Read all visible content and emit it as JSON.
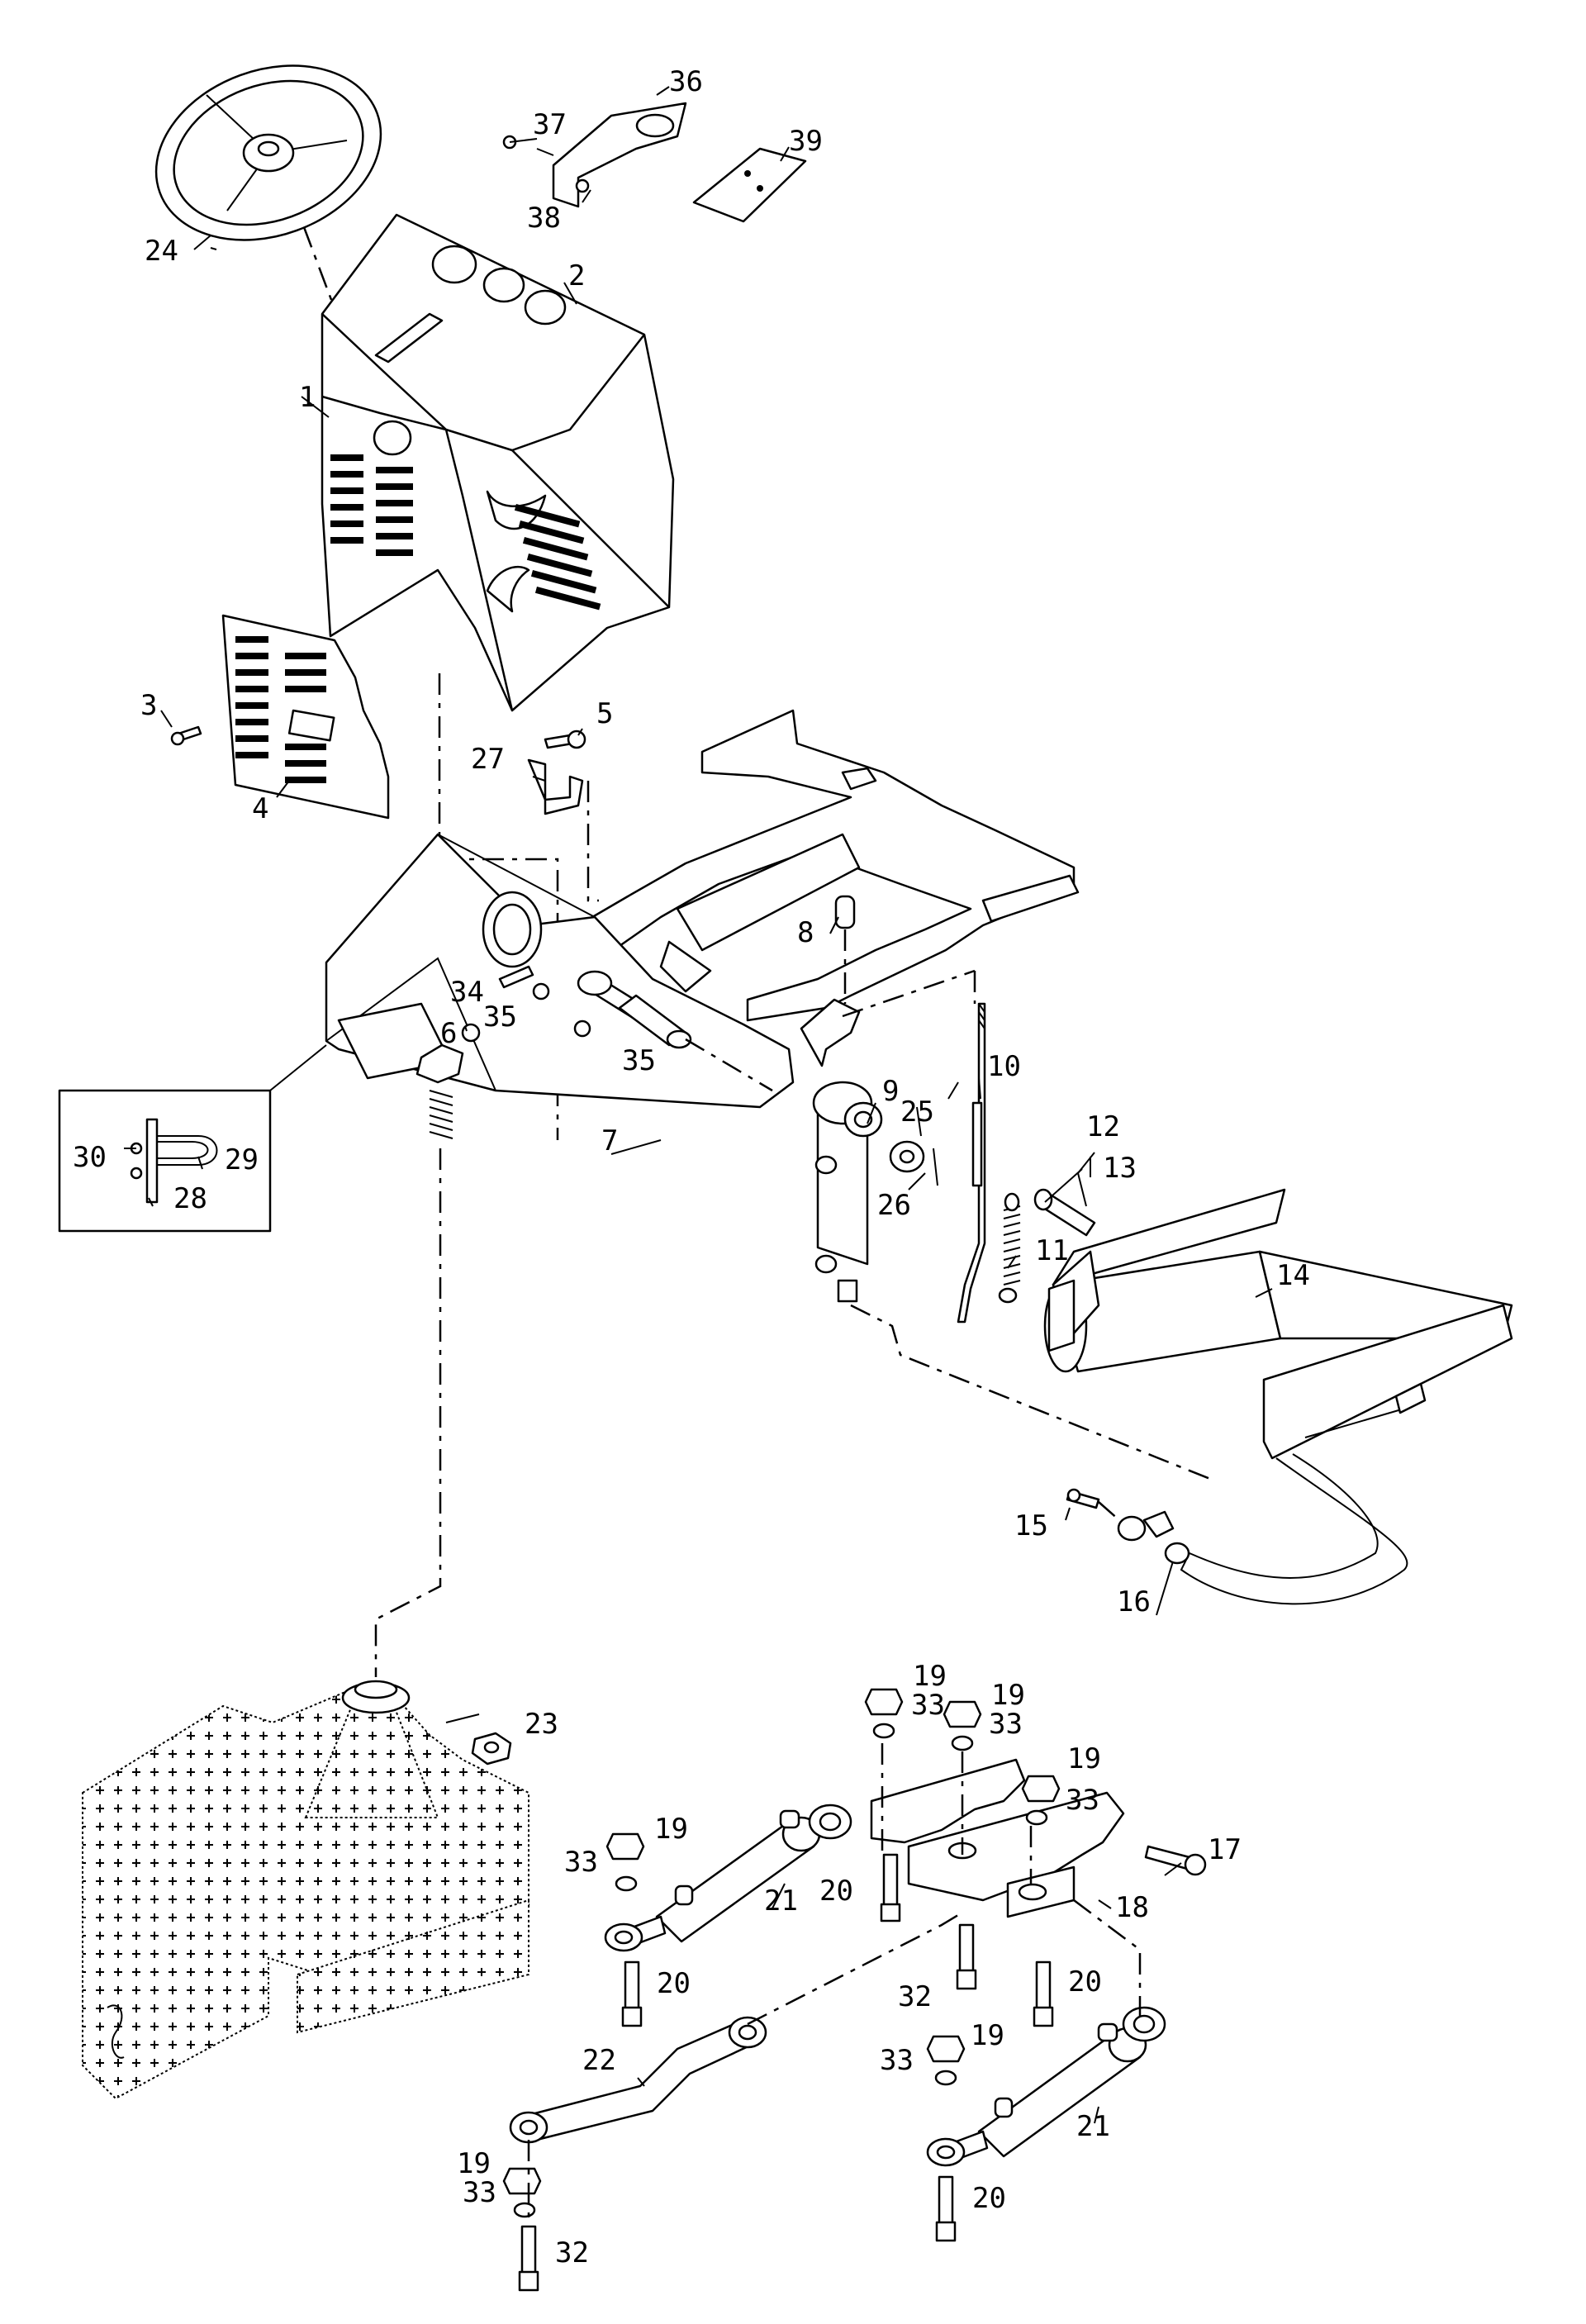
{
  "callouts": [
    {
      "id": "p1",
      "text": "1"
    },
    {
      "id": "p2",
      "text": "2"
    },
    {
      "id": "p3",
      "text": "3"
    },
    {
      "id": "p4",
      "text": "4"
    },
    {
      "id": "p5",
      "text": "5"
    },
    {
      "id": "p6",
      "text": "6"
    },
    {
      "id": "p7",
      "text": "7"
    },
    {
      "id": "p8",
      "text": "8"
    },
    {
      "id": "p9",
      "text": "9"
    },
    {
      "id": "p10",
      "text": "10"
    },
    {
      "id": "p11",
      "text": "11"
    },
    {
      "id": "p12",
      "text": "12"
    },
    {
      "id": "p13",
      "text": "13"
    },
    {
      "id": "p14",
      "text": "14"
    },
    {
      "id": "p15",
      "text": "15"
    },
    {
      "id": "p16",
      "text": "16"
    },
    {
      "id": "p17",
      "text": "17"
    },
    {
      "id": "p18",
      "text": "18"
    },
    {
      "id": "p19a",
      "text": "19"
    },
    {
      "id": "p19b",
      "text": "19"
    },
    {
      "id": "p19c",
      "text": "19"
    },
    {
      "id": "p19d",
      "text": "19"
    },
    {
      "id": "p19e",
      "text": "19"
    },
    {
      "id": "p19f",
      "text": "19"
    },
    {
      "id": "p20a",
      "text": "20"
    },
    {
      "id": "p20b",
      "text": "20"
    },
    {
      "id": "p20c",
      "text": "20"
    },
    {
      "id": "p20d",
      "text": "20"
    },
    {
      "id": "p21a",
      "text": "21"
    },
    {
      "id": "p21b",
      "text": "21"
    },
    {
      "id": "p22",
      "text": "22"
    },
    {
      "id": "p23",
      "text": "23"
    },
    {
      "id": "p24",
      "text": "24"
    },
    {
      "id": "p25",
      "text": "25"
    },
    {
      "id": "p26",
      "text": "26"
    },
    {
      "id": "p27",
      "text": "27"
    },
    {
      "id": "p28",
      "text": "28"
    },
    {
      "id": "p29",
      "text": "29"
    },
    {
      "id": "p30",
      "text": "30"
    },
    {
      "id": "p32a",
      "text": "32"
    },
    {
      "id": "p32b",
      "text": "32"
    },
    {
      "id": "p33a",
      "text": "33"
    },
    {
      "id": "p33b",
      "text": "33"
    },
    {
      "id": "p33c",
      "text": "33"
    },
    {
      "id": "p33d",
      "text": "33"
    },
    {
      "id": "p33e",
      "text": "33"
    },
    {
      "id": "p33f",
      "text": "33"
    },
    {
      "id": "p34",
      "text": "34"
    },
    {
      "id": "p35a",
      "text": "35"
    },
    {
      "id": "p35b",
      "text": "35"
    },
    {
      "id": "p36",
      "text": "36"
    },
    {
      "id": "p37",
      "text": "37"
    },
    {
      "id": "p38",
      "text": "38"
    },
    {
      "id": "p39",
      "text": "39"
    }
  ]
}
